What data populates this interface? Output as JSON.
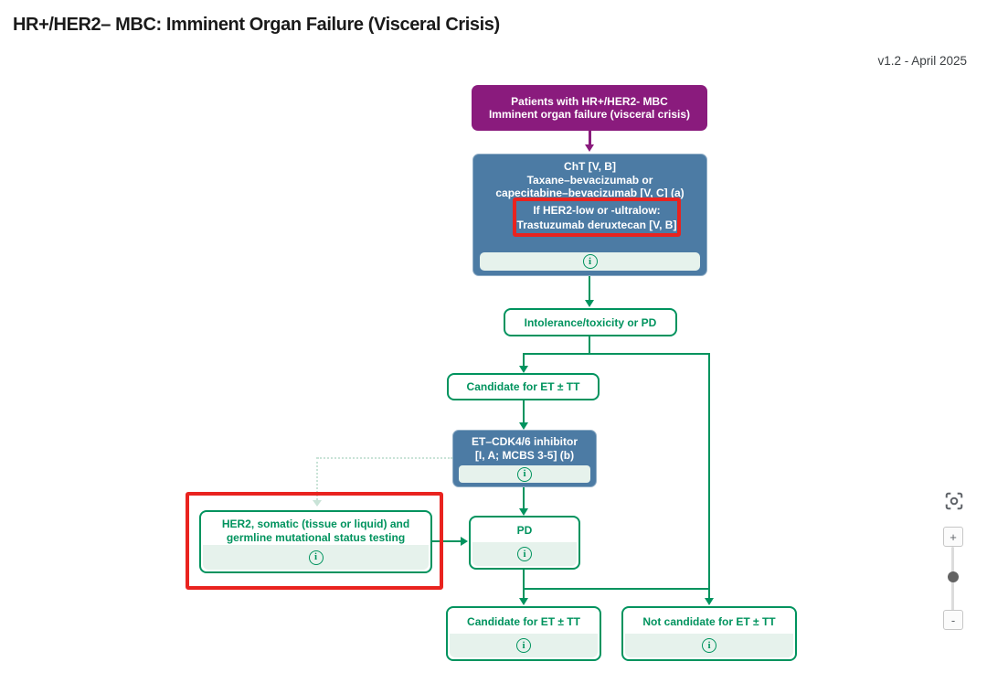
{
  "page": {
    "title": "HR+/HER2– MBC: Imminent Organ Failure (Visceral Crisis)",
    "version": "v1.2 - April 2025"
  },
  "colors": {
    "node_purple": "#8A1B7D",
    "node_blue": "#4C7BA4",
    "flow_green": "#00935E",
    "info_strip_bg": "#E6F2EC",
    "annotation_red": "#E9231F",
    "dotted_connector": "#C9E3D7"
  },
  "nodes": {
    "patients": {
      "line1": "Patients with HR+/HER2- MBC",
      "line2": "Imminent organ failure (visceral crisis)"
    },
    "cht": {
      "line1": "ChT [V, B]",
      "line2": "Taxane–bevacizumab or",
      "line3": "capecitabine–bevacizumab [V, C] (a)",
      "highlight1": "If HER2-low or -ultralow:",
      "highlight2": "Trastuzumab deruxtecan [V, B]"
    },
    "intolerance": {
      "label": "Intolerance/toxicity or PD"
    },
    "candidate_top": {
      "label": "Candidate for ET ± TT"
    },
    "et_cdk": {
      "line1": "ET–CDK4/6 inhibitor",
      "line2": "[I, A; MCBS 3-5] (b)"
    },
    "her2_testing": {
      "line1": "HER2, somatic (tissue or liquid) and",
      "line2": "germline mutational status testing"
    },
    "pd": {
      "label": "PD"
    },
    "candidate_bottom": {
      "label": "Candidate for ET ± TT"
    },
    "not_candidate": {
      "label": "Not candidate for ET ± TT"
    }
  },
  "icons": {
    "info_glyph": "i",
    "focus": "frame-crosshair-icon"
  },
  "controls": {
    "zoom_in": "+",
    "zoom_out": "-"
  }
}
